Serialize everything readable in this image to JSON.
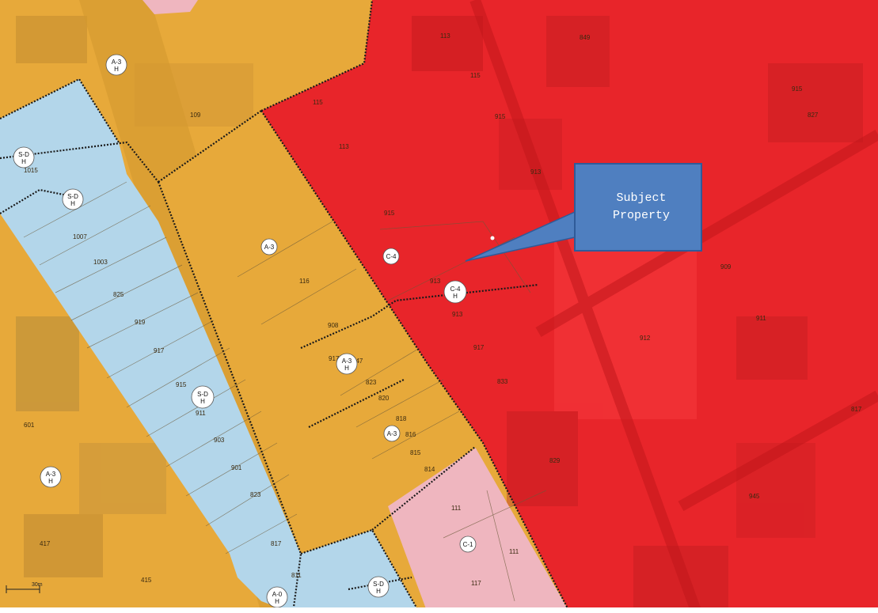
{
  "colors": {
    "residential_orange": "#e7a93a",
    "residential_blue": "#b3d6ea",
    "commercial_red": "#e8252a",
    "commercial_pink": "#efb6bf",
    "callout_blue": "#4f7fc0",
    "callout_border": "#2f5b99"
  },
  "callout": {
    "line1": "Subject",
    "line2": "Property"
  },
  "zone_labels": [
    {
      "code": "A-3",
      "sub": "H"
    },
    {
      "code": "S-D",
      "sub": "H"
    },
    {
      "code": "S-D",
      "sub": "H"
    },
    {
      "code": "A-3",
      "sub": ""
    },
    {
      "code": "C-4",
      "sub": ""
    },
    {
      "code": "C-4",
      "sub": "H"
    },
    {
      "code": "A-3",
      "sub": "H"
    },
    {
      "code": "S-D",
      "sub": "H"
    },
    {
      "code": "A-3",
      "sub": ""
    },
    {
      "code": "A-3",
      "sub": "H"
    },
    {
      "code": "C-1",
      "sub": ""
    },
    {
      "code": "A-0",
      "sub": "H"
    },
    {
      "code": "S-D",
      "sub": "H"
    }
  ],
  "parcel_numbers": [
    "1015",
    "1007",
    "1003",
    "825",
    "919",
    "917",
    "915",
    "911",
    "903",
    "901",
    "823",
    "817",
    "811",
    "109",
    "116",
    "908",
    "823",
    "820",
    "818",
    "816",
    "815",
    "814",
    "111",
    "111",
    "117",
    "601",
    "417",
    "415",
    "113",
    "115",
    "113",
    "115",
    "915",
    "915",
    "917",
    "833",
    "829",
    "849",
    "909",
    "911",
    "912",
    "913",
    "913",
    "913",
    "915",
    "817",
    "827",
    "945",
    "917",
    "947"
  ],
  "scale_bar": {
    "value": "30m"
  }
}
